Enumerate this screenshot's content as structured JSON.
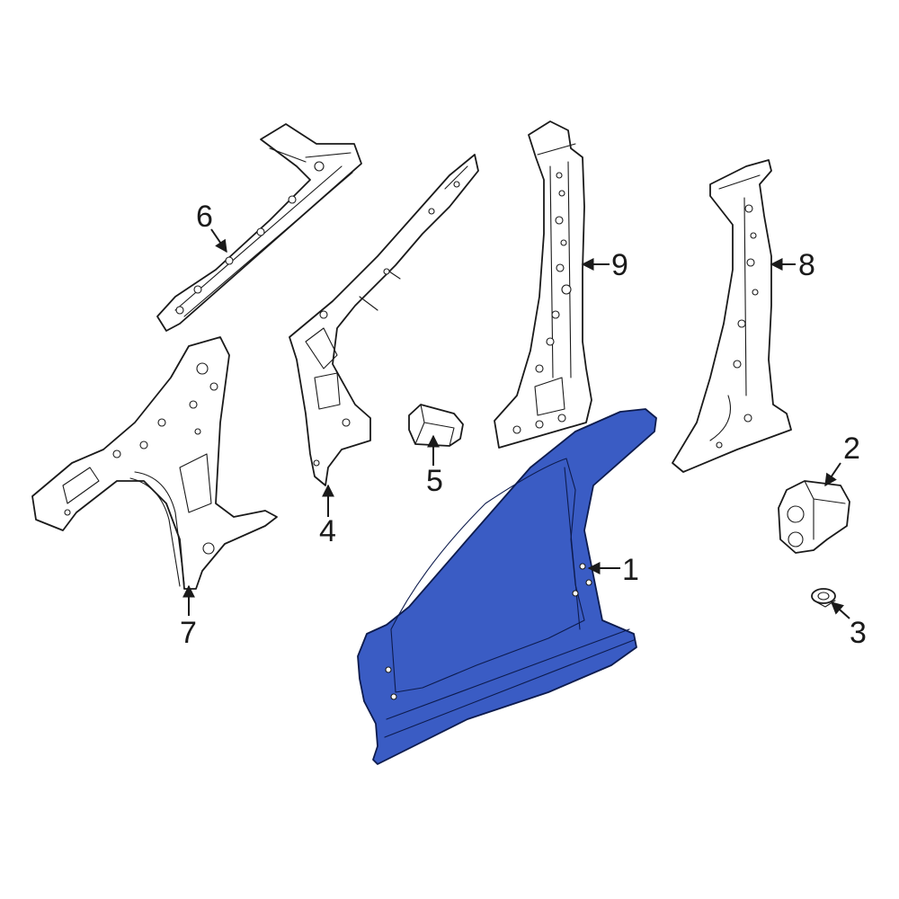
{
  "highlight_color": "#3a5cc4",
  "line_color": "#1a1a1a",
  "callouts": [
    {
      "id": "1",
      "label": "1"
    },
    {
      "id": "2",
      "label": "2"
    },
    {
      "id": "3",
      "label": "3"
    },
    {
      "id": "4",
      "label": "4"
    },
    {
      "id": "5",
      "label": "5"
    },
    {
      "id": "6",
      "label": "6"
    },
    {
      "id": "7",
      "label": "7"
    },
    {
      "id": "8",
      "label": "8"
    },
    {
      "id": "9",
      "label": "9"
    }
  ],
  "highlighted_part": "1"
}
